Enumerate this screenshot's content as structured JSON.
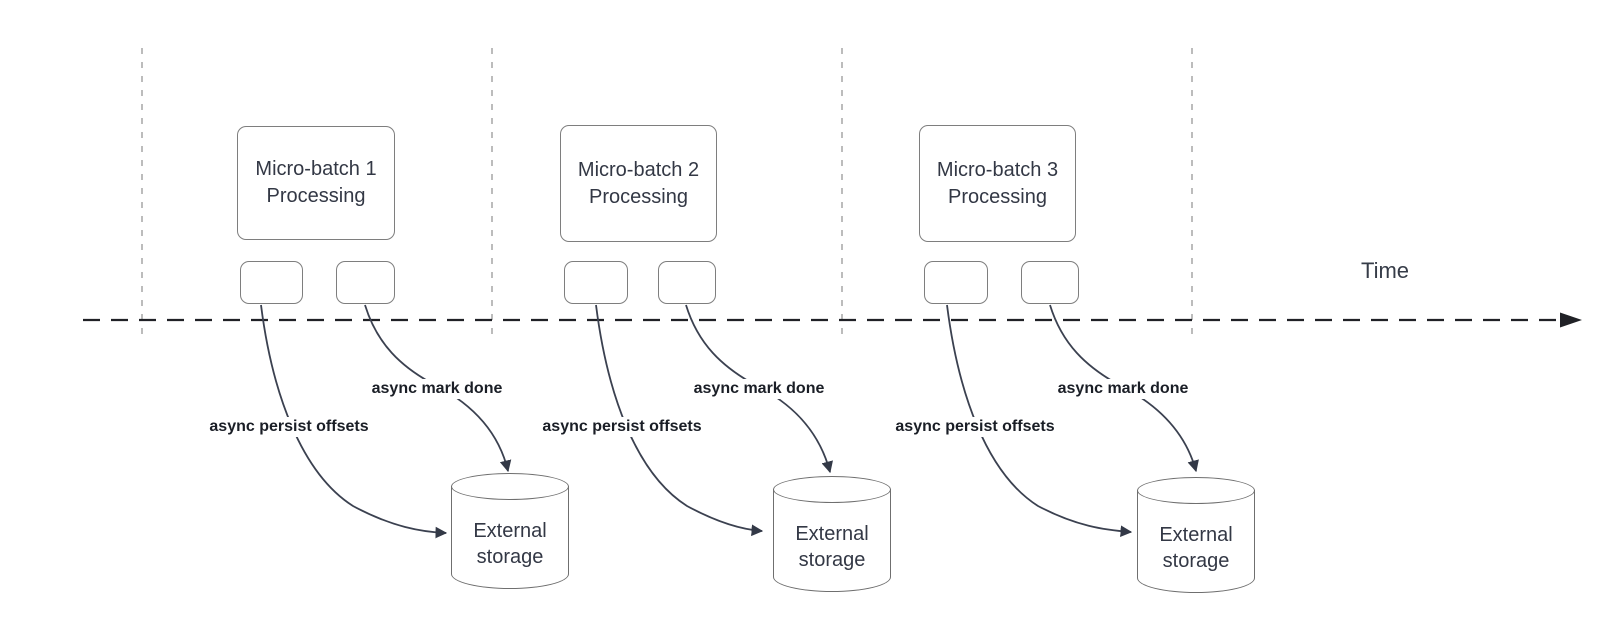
{
  "diagram": {
    "time_label": "Time",
    "sections": [
      {
        "box_title": "Micro-batch 1\nProcessing",
        "persist_label": "async persist offsets",
        "mark_label": "async mark done",
        "storage_label": "External\nstorage"
      },
      {
        "box_title": "Micro-batch 2\nProcessing",
        "persist_label": "async persist offsets",
        "mark_label": "async mark done",
        "storage_label": "External\nstorage"
      },
      {
        "box_title": "Micro-batch 3\nProcessing",
        "persist_label": "async persist offsets",
        "mark_label": "async mark done",
        "storage_label": "External\nstorage"
      }
    ],
    "colors": {
      "arrow": "#3b4150",
      "timeline": "#202126",
      "gridline": "#ababab",
      "box_border": "#7e7e7e",
      "cylinder_border": "#6f6f6f",
      "text": "#333845",
      "label_text": "#1a1e26",
      "background": "#ffffff"
    }
  }
}
